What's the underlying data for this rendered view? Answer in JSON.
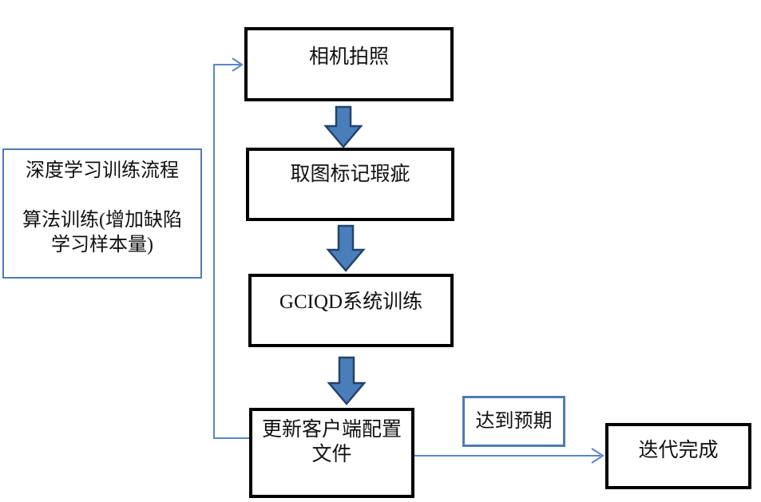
{
  "side_box": {
    "lines": [
      "深度学习训练流程",
      "",
      "算法训练(增加缺陷",
      "学习样本量)"
    ]
  },
  "flow": {
    "step1": "相机拍照",
    "step2": "取图标记瑕疵",
    "step3": "GCIQD系统训练",
    "step4_line1": "更新客户端配置",
    "step4_line2": "文件"
  },
  "branch": {
    "condition_label": "达到预期",
    "end_label": "迭代完成"
  },
  "colors": {
    "box_border_black": "#000000",
    "box_border_blue": "#4e7cb5",
    "connector_blue": "#5b87c5",
    "block_arrow_fill": "#4a7ebb",
    "block_arrow_stroke": "#24426b",
    "background": "#ffffff",
    "text": "#111111"
  }
}
